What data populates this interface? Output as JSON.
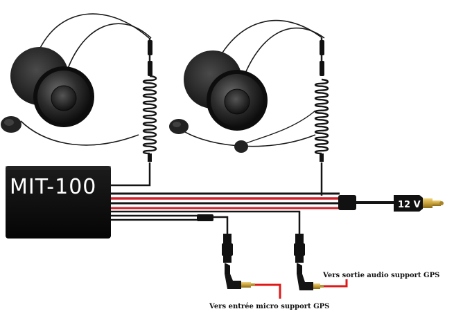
{
  "device": {
    "label": "MIT-100"
  },
  "power": {
    "voltage_label": "12 V"
  },
  "labels": {
    "audio_out": "Vers sortie audio support GPS",
    "mic_in": "Vers entrée micro support GPS"
  },
  "colors": {
    "device_body": "#111111",
    "cable": "#141414",
    "power_red": "#d0202a",
    "gold": "#c8a23a",
    "red_line": "#e01818"
  }
}
